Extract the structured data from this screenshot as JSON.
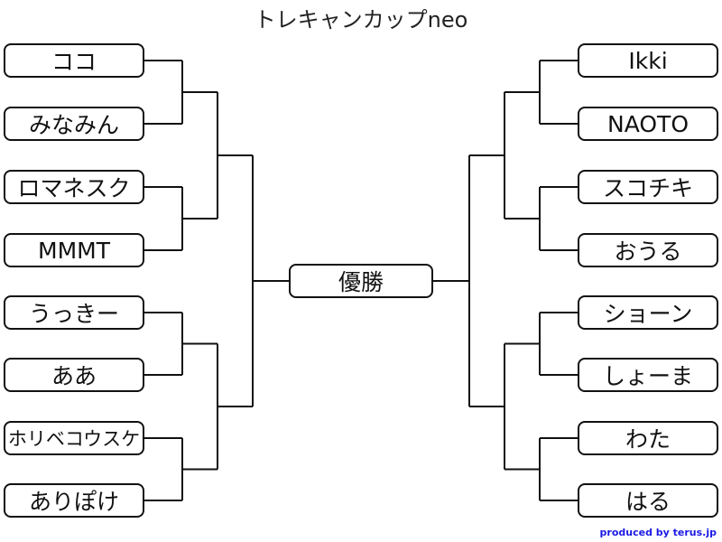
{
  "title": "トレキャンカップneo",
  "left": [
    "ココ",
    "みなみん",
    "ロマネスク",
    "MMMT",
    "うっきー",
    "ああ",
    "ホリベコウスケ",
    "ありぽけ"
  ],
  "right": [
    "Ikki",
    "NAOTO",
    "スコチキ",
    "おうる",
    "ショーン",
    "しょーま",
    "わた",
    "はる"
  ],
  "final": "優勝",
  "credit": "produced by terus.jp"
}
